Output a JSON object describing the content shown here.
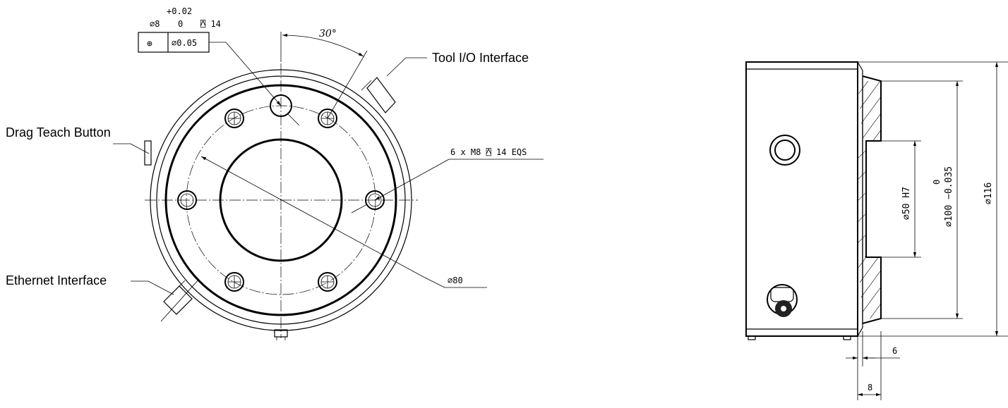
{
  "front_view": {
    "callouts": {
      "tool_io": "Tool I/O Interface",
      "drag_teach": "Drag Teach Button",
      "ethernet": "Ethernet Interface"
    },
    "angle_label": "30°",
    "thread_spec": "6 x  M8 ⍓ 14 EQS",
    "pcd_label": "⌀80",
    "pin_hole": {
      "diameter": "⌀8",
      "tol_upper": "+0.02",
      "tol_lower": "0",
      "depth": "⍓ 14"
    },
    "position_frame": {
      "symbol": "⊕",
      "tolerance": "⌀0.05"
    }
  },
  "side_view": {
    "bore": "⌀50  H7",
    "pilot_tol": "0",
    "pilot": "⌀100 −0.035",
    "outer": "⌀116",
    "step1": "6",
    "step2": "8"
  }
}
